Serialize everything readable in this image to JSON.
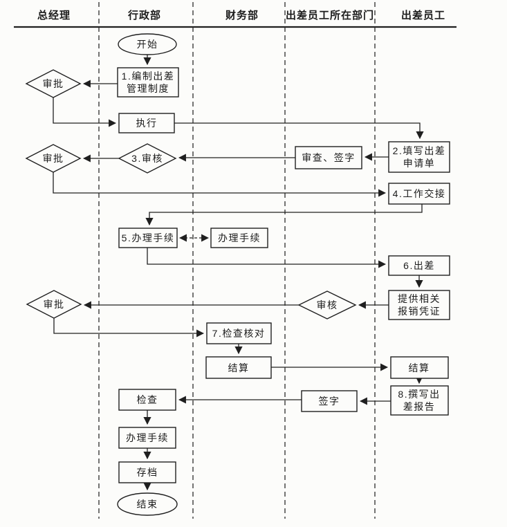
{
  "lanes": {
    "0": "总经理",
    "1": "行政部",
    "2": "财务部",
    "3": "出差员工所在部门",
    "4": "出差员工"
  },
  "nodes": {
    "start": "开始",
    "draft_line1": "1.编制出差",
    "draft_line2": "管理制度",
    "approve1": "审批",
    "execute": "执行",
    "fill_line1": "2.填写出差",
    "fill_line2": "申请单",
    "review_sign": "审查、签字",
    "audit3": "3.审核",
    "approve2": "审批",
    "handover": "4.工作交接",
    "procedure5": "5.办理手续",
    "procedure_finance": "办理手续",
    "trip": "6.出差",
    "evidence_line1": "提供相关",
    "evidence_line2": "报销凭证",
    "audit": "审核",
    "approve3": "审批",
    "verify7": "7.检查核对",
    "settle_finance": "结算",
    "settle_employee": "结算",
    "report_line1": "8.撰写出",
    "report_line2": "差报告",
    "sign": "签字",
    "inspect": "检查",
    "procedure_admin": "办理手续",
    "archive": "存档",
    "end": "结束"
  }
}
